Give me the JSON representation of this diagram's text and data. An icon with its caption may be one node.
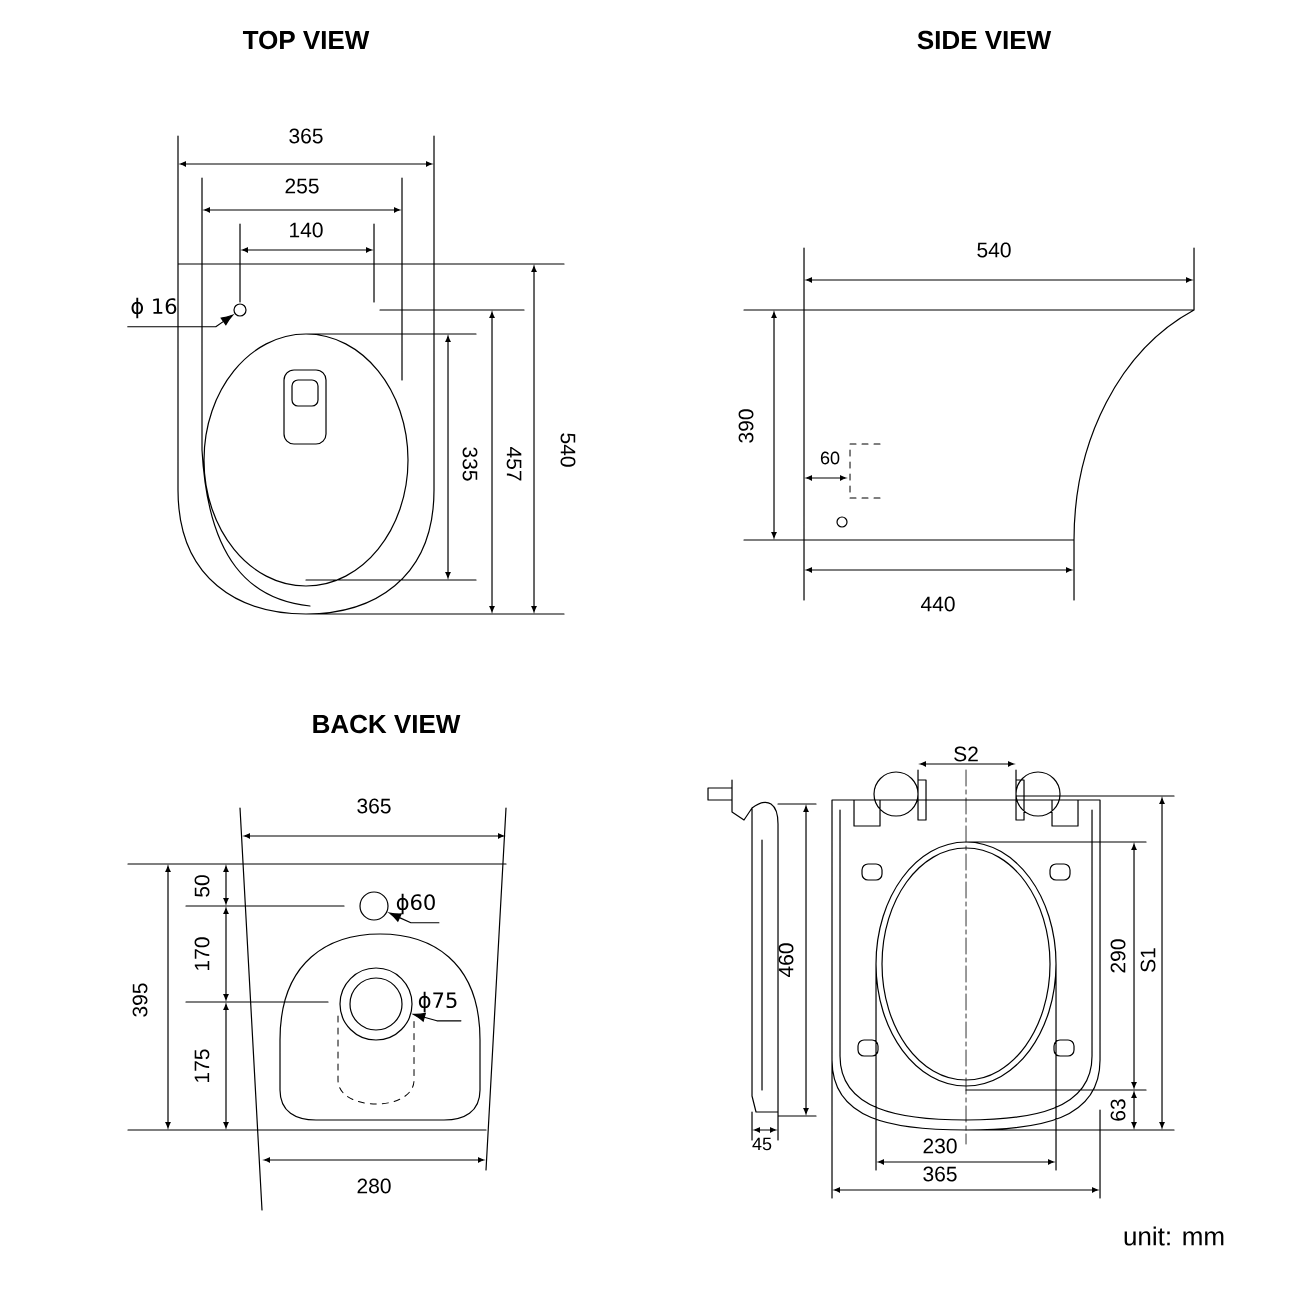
{
  "diagram": {
    "nodes": [
      {
        "text": [
          "ϕ 16"
        ]
      },
      {
        "text": [],
        "shape": "circle"
      },
      {
        "text": [
          "ϕ60"
        ]
      },
      {
        "text": [],
        "shape": "circle"
      },
      {
        "text": [
          "ϕ75"
        ]
      },
      {
        "text": [],
        "shape": "circle"
      }
    ],
    "edges": [
      {
        "from": 0,
        "to": 1,
        "arrow": "to"
      },
      {
        "from": 2,
        "to": 3,
        "arrow": "to"
      },
      {
        "from": 4,
        "to": 5,
        "arrow": "to"
      }
    ],
    "labels": [
      "TOP VIEW",
      "365",
      "255",
      "140",
      "335",
      "457",
      "540",
      "SIDE VIEW",
      "540",
      "390",
      "60",
      "440",
      "BACK VIEW",
      "365",
      "395",
      "50",
      "170",
      "175",
      "280",
      "S2",
      "460",
      "290",
      "S1",
      "63",
      "45",
      "230",
      "365",
      "unit: mm"
    ]
  }
}
